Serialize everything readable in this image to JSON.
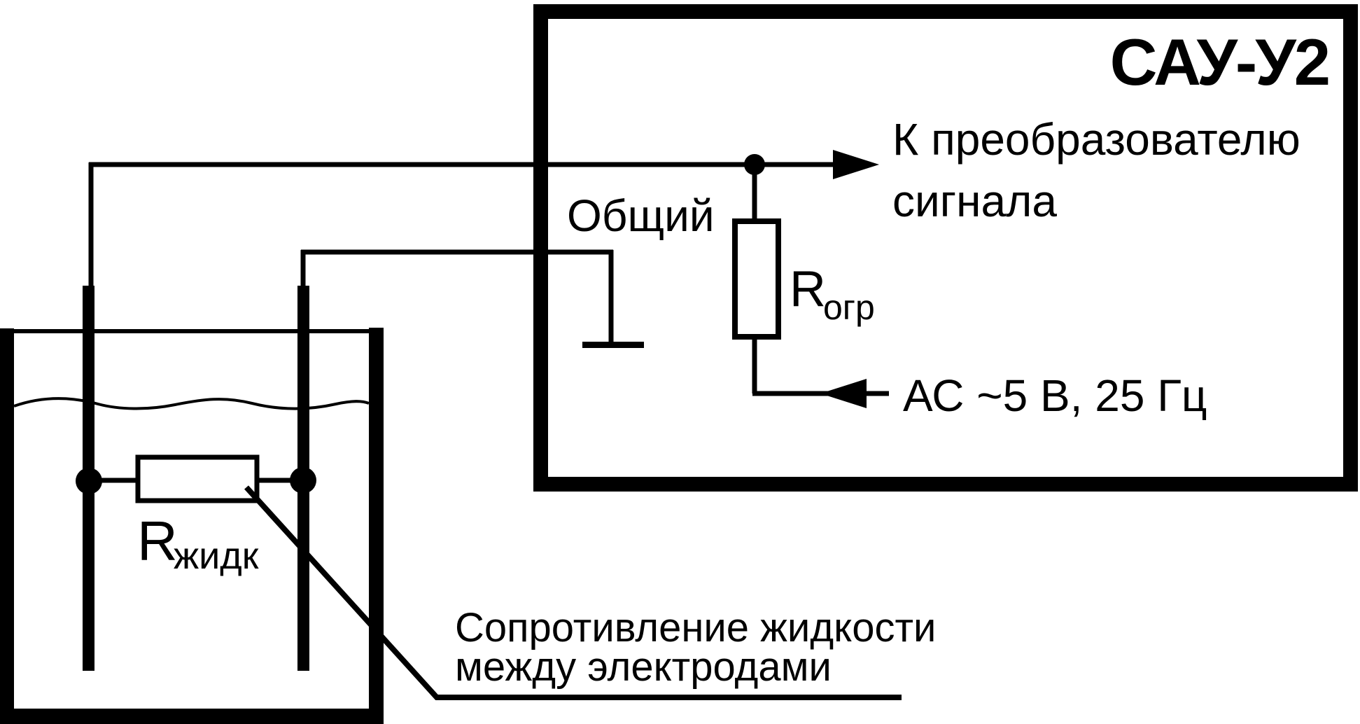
{
  "page": {
    "background_color": "#ffffff",
    "ink_color": "#000000"
  },
  "diagram": {
    "device_title": "САУ-У2",
    "labels": {
      "common_terminal": "Общий",
      "to_signal_converter_line1": "К преобразователю",
      "to_signal_converter_line2": "сигнала",
      "limiting_resistor_symbol": "R",
      "limiting_resistor_subscript": "огр",
      "ac_supply": "АС ~5 В, 25 Гц",
      "liquid_resistor_symbol": "R",
      "liquid_resistor_subscript": "жидк",
      "callout_line1": "Сопротивление жидкости",
      "callout_line2": "между электродами"
    }
  }
}
